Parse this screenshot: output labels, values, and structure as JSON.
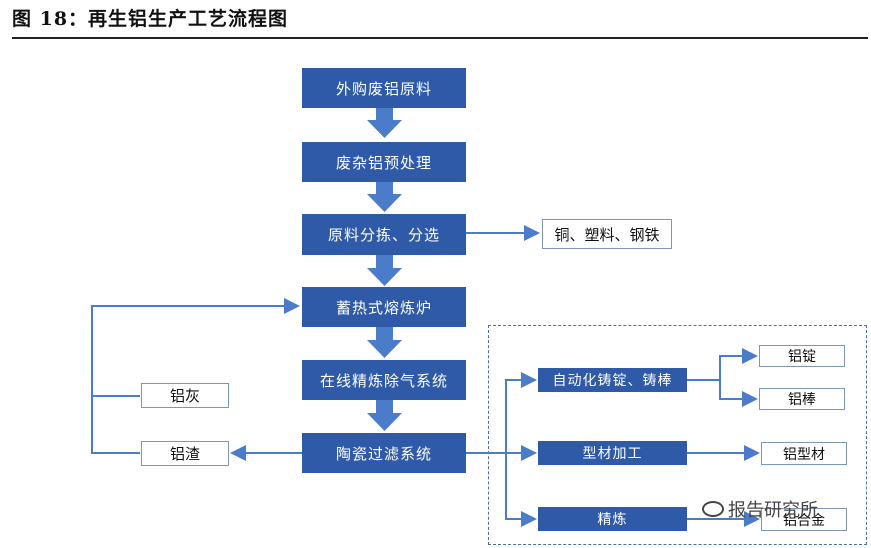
{
  "title": "图 18：再生铝生产工艺流程图",
  "main_steps": [
    "外购废铝原料",
    "废杂铝预处理",
    "原料分拣、分选",
    "蓄热式熔炼炉",
    "在线精炼除气系统",
    "陶瓷过滤系统"
  ],
  "byproducts": {
    "sorting_output": "铜、塑料、钢铁",
    "aluminum_ash": "铝灰",
    "aluminum_slag": "铝渣"
  },
  "processes": {
    "casting": "自动化铸锭、铸棒",
    "profile": "型材加工",
    "refining": "精炼"
  },
  "products": {
    "ingot": "铝锭",
    "rod": "铝棒",
    "profile": "铝型材",
    "alloy": "铝合金"
  },
  "watermark": "报告研究所",
  "colors": {
    "box_fill": "#2e5aa8",
    "arrow": "#4a7cc9",
    "outline": "#7f95b2"
  }
}
